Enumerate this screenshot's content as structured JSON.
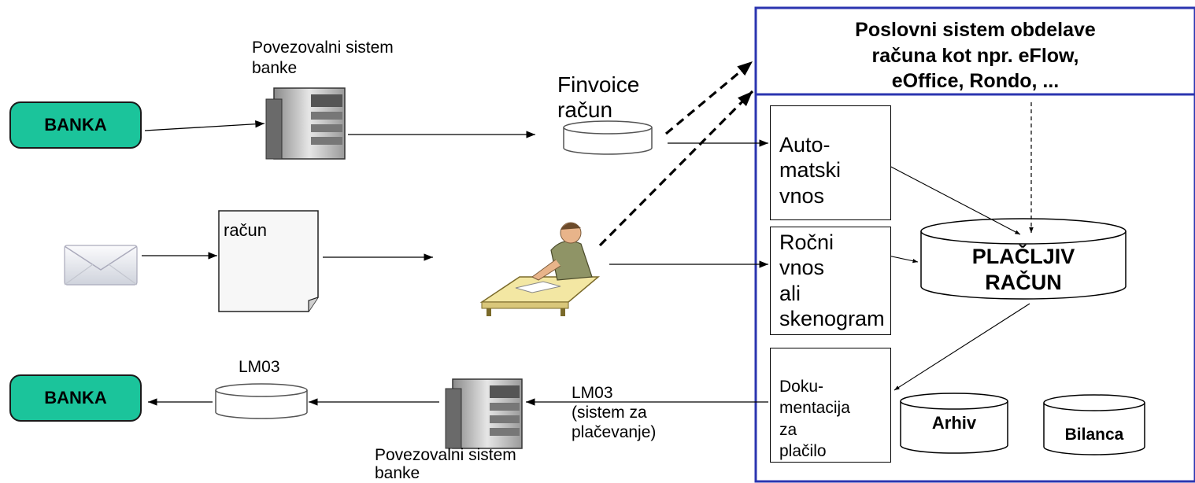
{
  "bank_top": "BANKA",
  "bank_bottom": "BANKA",
  "server_top_label": "Povezovalni sistem\nbanke",
  "server_bottom_label": "Povezovalni sistem\nbanke",
  "finvoice_label": "Finvoice\nračun",
  "paper_label": "račun",
  "lm03_label": "LM03",
  "lm03_arrow_label": "LM03\n(sistem za\nplačevanje)",
  "business_system": "Poslovni sistem obdelave\nračuna kot npr. eFlow,\neOffice, Rondo, ...",
  "auto_entry": "Auto-\nmatski\nvnos",
  "manual_entry": "Ročni\nvnos\nali\nskenogram",
  "payment_docs": "Doku-\nmentacija\nza\nplačilo",
  "payable_invoice": "PLAČLJIV\nRAČUN",
  "archive": "Arhiv",
  "balance": "Bilanca"
}
